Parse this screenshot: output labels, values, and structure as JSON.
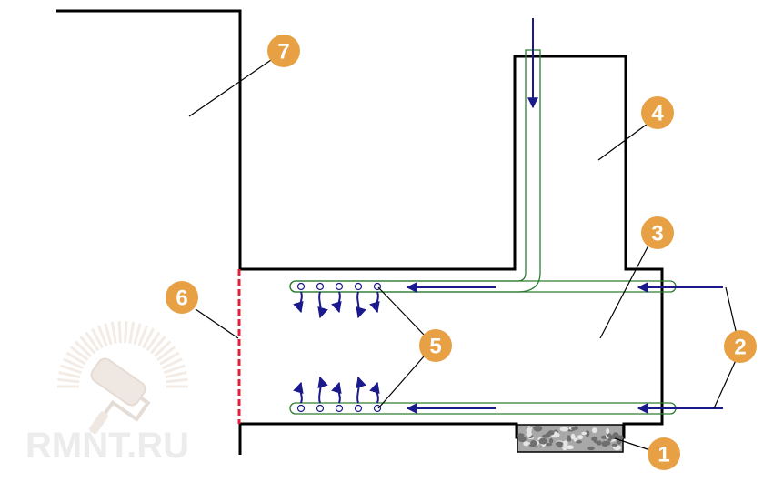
{
  "colors": {
    "badge": "#e8a045",
    "wall": "#000000",
    "tube": "#2e7d32",
    "flow": "#1a1a8c",
    "opening": "#e0203a",
    "gravel": "#9a9a9a",
    "watermark": "#ececec"
  },
  "labels": {
    "n1": "1",
    "n2": "2",
    "n3": "3",
    "n4": "4",
    "n5": "5",
    "n6": "6",
    "n7": "7"
  },
  "watermark": {
    "text": "RMNT.RU",
    "icon": "paint-roller-icon"
  }
}
